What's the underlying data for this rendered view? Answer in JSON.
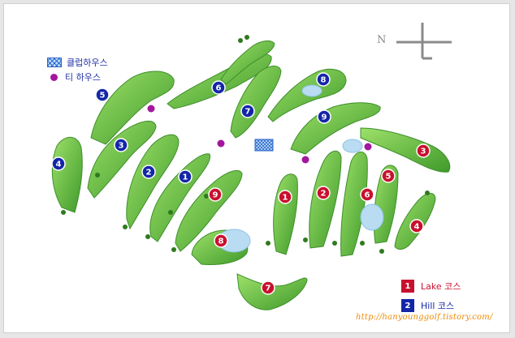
{
  "legend": {
    "clubhouse_label": "클럽하우스",
    "teehouse_label": "티 하우스",
    "lake_number": "1",
    "lake_label": "Lake 코스",
    "hill_number": "2",
    "hill_label": "Hill 코스"
  },
  "compass": {
    "north_label": "N"
  },
  "url": "http://hanyounggolf.tistory.com/",
  "colors": {
    "fairway": "#5dbb3a",
    "green": "#8fd657",
    "water": "#b9dcf2",
    "lake": "#c8102e",
    "hill": "#1426a8",
    "tee_house": "#a3179f",
    "url": "#f08a00"
  },
  "holes": [
    {
      "course": "hill",
      "number": "1"
    },
    {
      "course": "hill",
      "number": "2"
    },
    {
      "course": "hill",
      "number": "3"
    },
    {
      "course": "hill",
      "number": "4"
    },
    {
      "course": "hill",
      "number": "5"
    },
    {
      "course": "hill",
      "number": "6"
    },
    {
      "course": "hill",
      "number": "7"
    },
    {
      "course": "hill",
      "number": "8"
    },
    {
      "course": "hill",
      "number": "9"
    },
    {
      "course": "lake",
      "number": "1"
    },
    {
      "course": "lake",
      "number": "2"
    },
    {
      "course": "lake",
      "number": "3"
    },
    {
      "course": "lake",
      "number": "4"
    },
    {
      "course": "lake",
      "number": "5"
    },
    {
      "course": "lake",
      "number": "6"
    },
    {
      "course": "lake",
      "number": "7"
    },
    {
      "course": "lake",
      "number": "8"
    },
    {
      "course": "lake",
      "number": "9"
    }
  ]
}
